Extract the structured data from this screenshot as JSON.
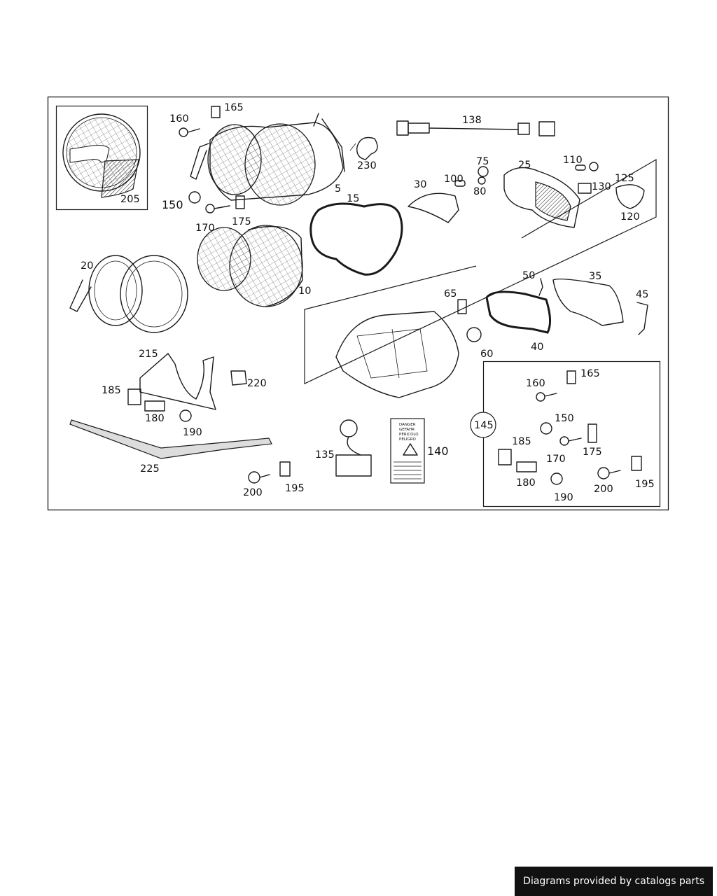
{
  "callouts": {
    "c5": "5",
    "c10": "10",
    "c15": "15",
    "c20": "20",
    "c25": "25",
    "c30": "30",
    "c35": "35",
    "c40": "40",
    "c45": "45",
    "c50": "50",
    "c60": "60",
    "c65": "65",
    "c75": "75",
    "c80": "80",
    "c100": "100",
    "c110": "110",
    "c120": "120",
    "c125": "125",
    "c130": "130",
    "c135": "135",
    "c138": "138",
    "c140": "140",
    "c145": "145",
    "c150": "150",
    "c160": "160",
    "c165": "165",
    "c170": "170",
    "c175": "175",
    "c180": "180",
    "c185": "185",
    "c190": "190",
    "c195": "195",
    "c200": "200",
    "c205": "205",
    "c215": "215",
    "c220": "220",
    "c225": "225",
    "c230": "230",
    "k150": "150",
    "k160": "160",
    "k165": "165",
    "k170": "170",
    "k175": "175",
    "k180": "180",
    "k185": "185",
    "k190": "190",
    "k195": "195",
    "k200": "200"
  },
  "warning_label": {
    "lines": [
      "DANGER",
      "GEFAHR",
      "PERICOLO",
      "PELIGRO"
    ]
  },
  "footer": {
    "text": "Diagrams provided by catalogs parts"
  }
}
